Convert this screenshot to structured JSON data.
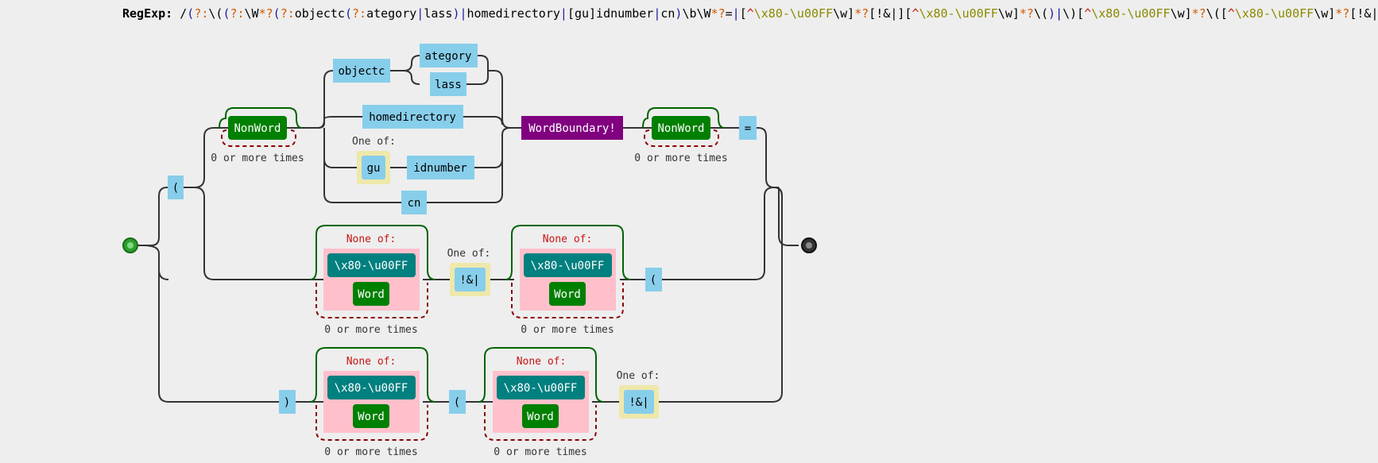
{
  "header": {
    "label": "RegExp:",
    "pattern_tokens": [
      {
        "t": "/",
        "c": ""
      },
      {
        "t": "(",
        "c": "t-grp"
      },
      {
        "t": "?:",
        "c": "t-q"
      },
      {
        "t": "\\(",
        "c": ""
      },
      {
        "t": "(",
        "c": "t-grp"
      },
      {
        "t": "?:",
        "c": "t-q"
      },
      {
        "t": "\\W",
        "c": ""
      },
      {
        "t": "*?",
        "c": "t-q"
      },
      {
        "t": "(",
        "c": "t-grp"
      },
      {
        "t": "?:",
        "c": "t-q"
      },
      {
        "t": "objectc",
        "c": ""
      },
      {
        "t": "(",
        "c": "t-grp"
      },
      {
        "t": "?:",
        "c": "t-q"
      },
      {
        "t": "ategory",
        "c": ""
      },
      {
        "t": "|",
        "c": "t-alt"
      },
      {
        "t": "lass",
        "c": ""
      },
      {
        "t": ")",
        "c": "t-grp"
      },
      {
        "t": "|",
        "c": "t-alt"
      },
      {
        "t": "homedirectory",
        "c": ""
      },
      {
        "t": "|",
        "c": "t-alt"
      },
      {
        "t": "[gu]idnumber",
        "c": ""
      },
      {
        "t": "|",
        "c": "t-alt"
      },
      {
        "t": "cn",
        "c": ""
      },
      {
        "t": ")",
        "c": "t-grp"
      },
      {
        "t": "\\b\\W",
        "c": ""
      },
      {
        "t": "*?",
        "c": "t-q"
      },
      {
        "t": "=",
        "c": ""
      },
      {
        "t": "|",
        "c": "t-alt"
      },
      {
        "t": "[",
        "c": ""
      },
      {
        "t": "^",
        "c": "t-neg"
      },
      {
        "t": "\\x80-\\u00FF",
        "c": "t-range"
      },
      {
        "t": "\\w]",
        "c": ""
      },
      {
        "t": "*?",
        "c": "t-q"
      },
      {
        "t": "[!&|]",
        "c": ""
      },
      {
        "t": "[",
        "c": ""
      },
      {
        "t": "^",
        "c": "t-neg"
      },
      {
        "t": "\\x80-\\u00FF",
        "c": "t-range"
      },
      {
        "t": "\\w]",
        "c": ""
      },
      {
        "t": "*?",
        "c": "t-q"
      },
      {
        "t": "\\(",
        "c": ""
      },
      {
        "t": ")",
        "c": "t-grp"
      },
      {
        "t": "|",
        "c": "t-alt"
      },
      {
        "t": "\\)",
        "c": ""
      },
      {
        "t": "[",
        "c": ""
      },
      {
        "t": "^",
        "c": "t-neg"
      },
      {
        "t": "\\x80-\\u00FF",
        "c": "t-range"
      },
      {
        "t": "\\w]",
        "c": ""
      },
      {
        "t": "*?",
        "c": "t-q"
      },
      {
        "t": "\\(",
        "c": ""
      },
      {
        "t": "[",
        "c": ""
      },
      {
        "t": "^",
        "c": "t-neg"
      },
      {
        "t": "\\x80-\\u00FF",
        "c": "t-range"
      },
      {
        "t": "\\w]",
        "c": ""
      },
      {
        "t": "*?",
        "c": "t-q"
      },
      {
        "t": "[!&|]",
        "c": ""
      },
      {
        "t": ")",
        "c": "t-grp"
      },
      {
        "t": "/",
        "c": ""
      }
    ]
  },
  "nodes": {
    "open_paren": "(",
    "nonword": "NonWord",
    "objectc": "objectc",
    "ategory": "ategory",
    "lass": "lass",
    "homedirectory": "homedirectory",
    "gu": "gu",
    "idnumber": "idnumber",
    "cn": "cn",
    "word_boundary": "WordBoundary!",
    "equals": "=",
    "range": "\\x80-\\u00FF",
    "word": "Word",
    "bang_amp_pipe": "!&|",
    "close_paren": ")"
  },
  "labels": {
    "one_of": "One of:",
    "none_of": "None of:",
    "zero_or_more": "0 or more times"
  },
  "colors": {
    "literal": "#87ceeb",
    "class": "#00807f",
    "word_node": "#008000",
    "assertion": "#800080",
    "charset_bg": "#ffc0cb",
    "oneof_bg": "#eee8aa",
    "line": "#333333",
    "loop": "#006400",
    "optional": "#8b0000",
    "start": "#2e9e2e",
    "end": "#333333"
  }
}
